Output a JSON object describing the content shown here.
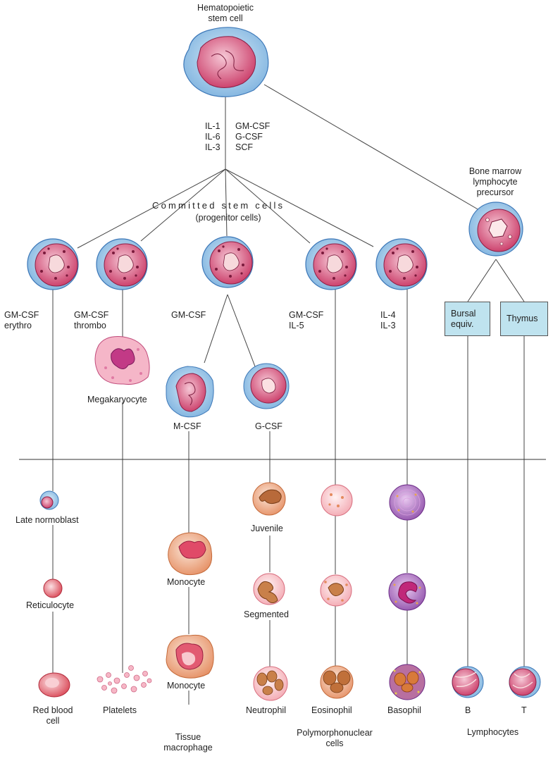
{
  "top": {
    "stem_cell": [
      "Hematopoietic",
      "stem cell"
    ],
    "factors_left": [
      "IL-1",
      "IL-6",
      "IL-3"
    ],
    "factors_right": [
      "GM-CSF",
      "G-CSF",
      "SCF"
    ],
    "committed": "Committed stem cells",
    "progenitor": "(progenitor cells)",
    "bone_marrow": [
      "Bone marrow",
      "lymphocyte",
      "precursor"
    ]
  },
  "branch_factors": {
    "erythro": [
      "GM-CSF",
      "erythro"
    ],
    "thrombo": [
      "GM-CSF",
      "thrombo"
    ],
    "mono_gran": "GM-CSF",
    "eosino": [
      "GM-CSF",
      "IL-5"
    ],
    "baso": [
      "IL-4",
      "IL-3"
    ],
    "m_csf": "M-CSF",
    "g_csf": "G-CSF"
  },
  "boxes": {
    "bursal": [
      "Bursal",
      "equiv."
    ],
    "thymus": "Thymus"
  },
  "cells": {
    "megakaryocyte": "Megakaryocyte",
    "late_normoblast": "Late normoblast",
    "reticulocyte": "Reticulocyte",
    "red_blood_cell": [
      "Red blood",
      "cell"
    ],
    "platelets": "Platelets",
    "monocyte_1": "Monocyte",
    "monocyte_2": "Monocyte",
    "tissue_macrophage": [
      "Tissue",
      "macrophage"
    ],
    "juvenile": "Juvenile",
    "segmented": "Segmented",
    "neutrophil": "Neutrophil",
    "eosinophil": "Eosinophil",
    "basophil": "Basophil",
    "b": "B",
    "t": "T"
  },
  "groups": {
    "polymorphonuclear": [
      "Polymorphonuclear",
      "cells"
    ],
    "lymphocytes": "Lymphocytes"
  },
  "colors": {
    "cytoplasm_blue": "#9cc8e8",
    "nucleus_pink": "#d8557a",
    "light_pink": "#f6c1c8",
    "orange": "#e9a06a",
    "purple": "#a064b4",
    "box_fill": "#bfe3ef"
  }
}
